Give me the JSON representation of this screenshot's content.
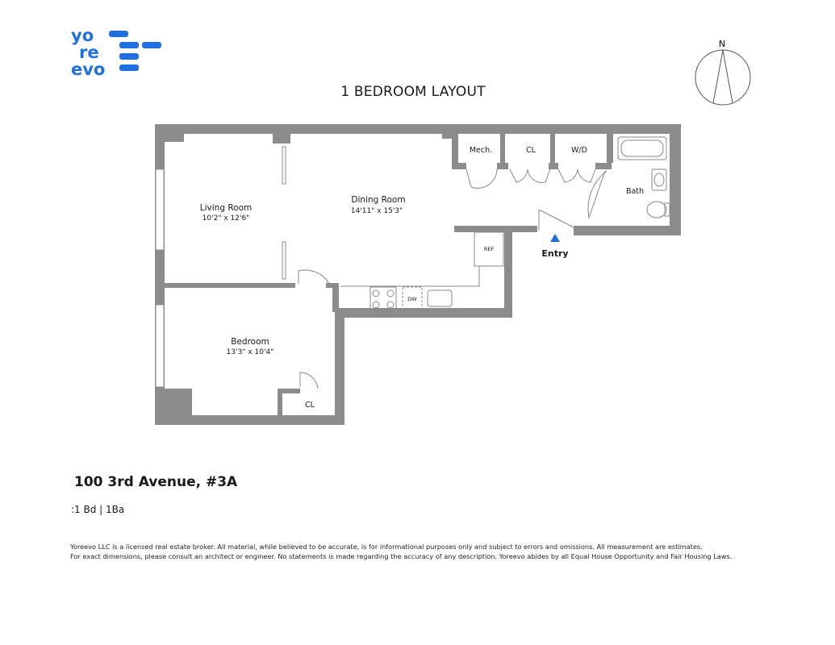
{
  "brand": {
    "logo_text": "yoreevo",
    "logo_lines": [
      "yo",
      "re",
      "evo"
    ],
    "color": "#1f6fe0"
  },
  "compass": {
    "label": "N",
    "icon": "north-arrow-icon"
  },
  "title": "1 BEDROOM LAYOUT",
  "rooms": {
    "living_room": {
      "name": "Living Room",
      "dims": "10'2\" x 12'6\""
    },
    "dining_room": {
      "name": "Dining Room",
      "dims": "14'11\" x 15'3\""
    },
    "bedroom": {
      "name": "Bedroom",
      "dims": "13'3\" x 10'4\""
    },
    "mech": "Mech.",
    "closet_1": "CL",
    "wd": "W/D",
    "bath": "Bath",
    "closet_2": "CL"
  },
  "appliances": {
    "ref": "REF",
    "dw": "DW"
  },
  "entry": {
    "label": "Entry",
    "marker_color": "#1f6fe0"
  },
  "colors": {
    "wall": "#8c8c8c",
    "fixture_line": "#888888"
  },
  "listing": {
    "address": "100 3rd Avenue, #3A",
    "unit_info": ":1 Bd | 1Ba"
  },
  "disclaimer": {
    "line1": "Yoreevo LLC is a licensed real estate broker. All material, while believed to be accurate, is for informational purposes only and subject to errors and omissions. All measurement are estimates.",
    "line2": "For exact dimensions, please consult an architect or engineer. No statements is made regarding the accuracy of any description. Yoreevo abides by all Equal House Opportunity and Fair Housing Laws."
  }
}
